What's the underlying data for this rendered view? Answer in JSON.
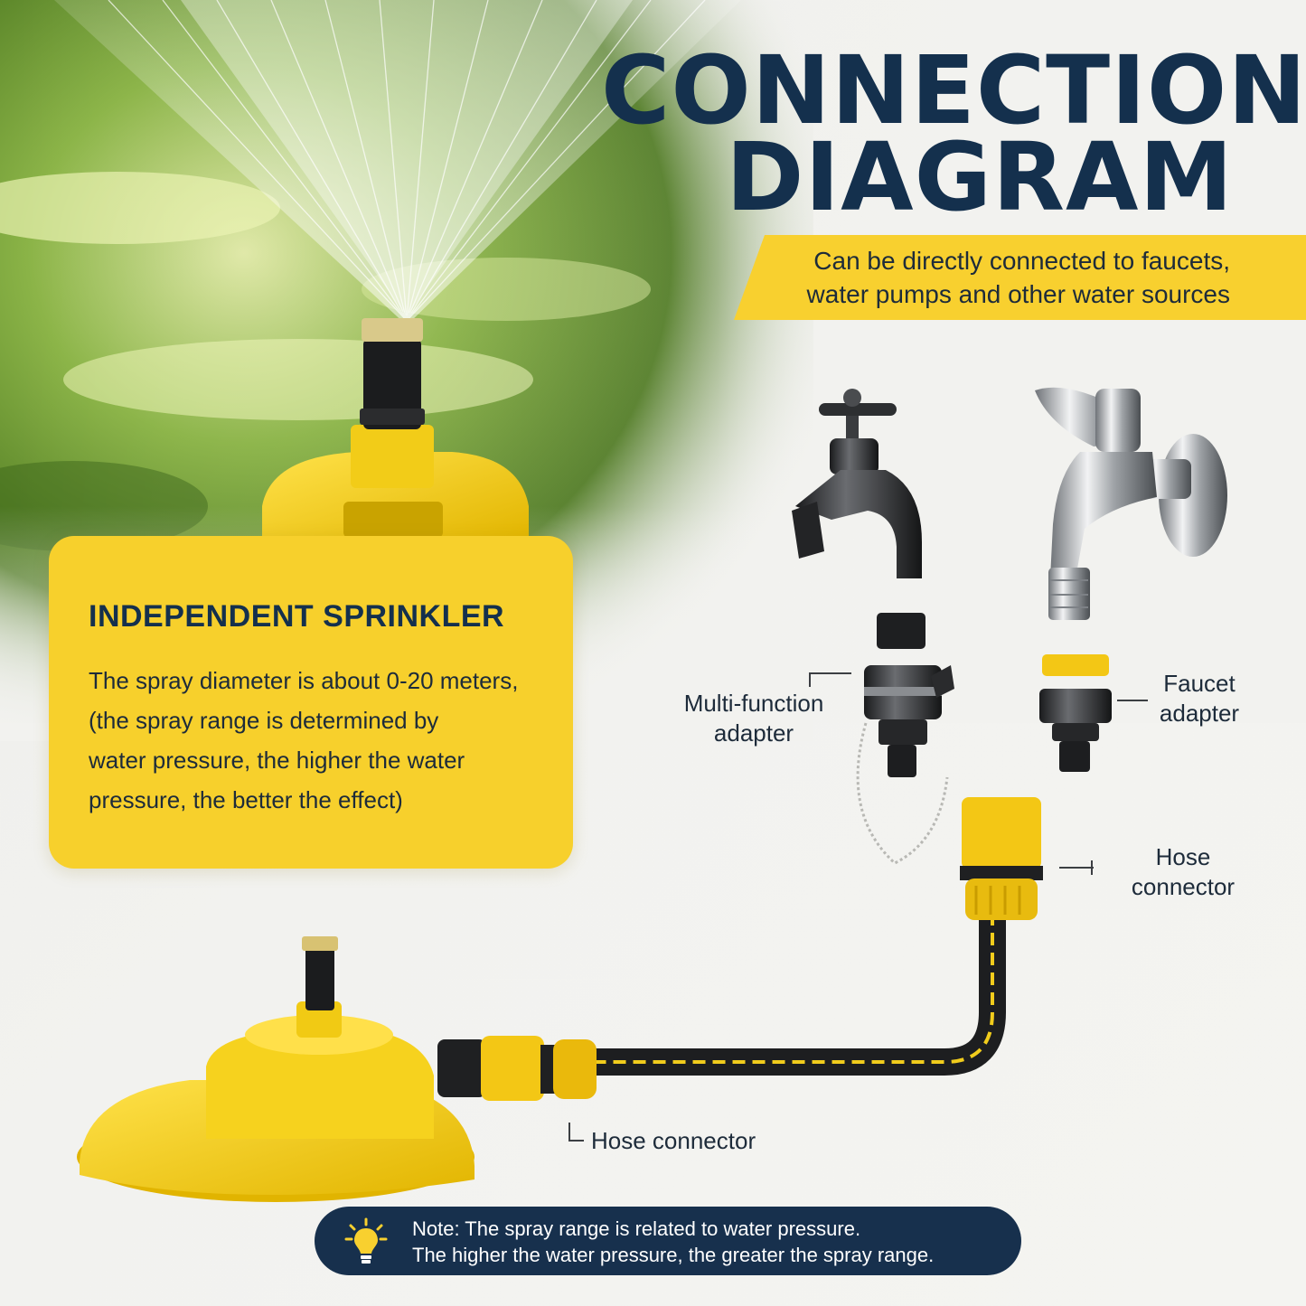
{
  "title": {
    "line1": "CONNECTION",
    "line2": "DIAGRAM"
  },
  "banner": {
    "line1": "Can be directly connected to faucets,",
    "line2": "water pumps and other water sources"
  },
  "info_card": {
    "heading": "INDEPENDENT SPRINKLER",
    "body_lines": [
      "The spray diameter is about 0-20 meters,",
      "(the spray range is determined by",
      "water pressure, the higher the water",
      "pressure, the better the effect)"
    ]
  },
  "labels": {
    "multi_function": {
      "line1": "Multi-function",
      "line2": "adapter"
    },
    "faucet_adapter": {
      "line1": "Faucet",
      "line2": "adapter"
    },
    "hose_connector_right": {
      "line1": "Hose",
      "line2": "connector"
    },
    "hose_connector_bottom": "Hose connector"
  },
  "note": {
    "line1": "Note: The spray range is related to water pressure.",
    "line2": "The higher the water pressure, the greater the spray range."
  },
  "icons": [
    "lightbulb-icon",
    "faucet-cross-handle-icon",
    "faucet-lever-icon",
    "sprinkler-icon",
    "hose-icon"
  ],
  "colors": {
    "navy": "#14304d",
    "yellow": "#f8d02f",
    "grass": "#5b8a2a",
    "background": "#f1f1ee"
  }
}
